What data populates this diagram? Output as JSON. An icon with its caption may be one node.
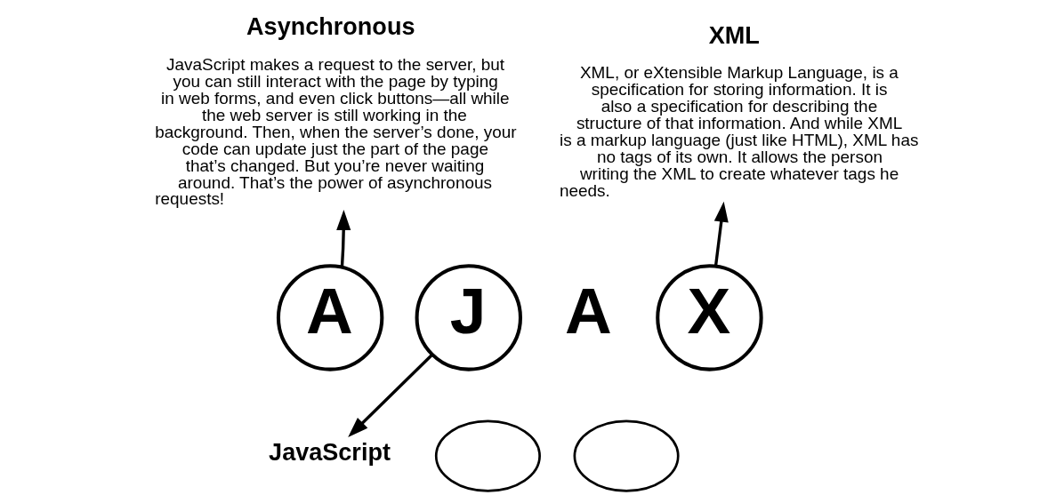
{
  "diagram": {
    "nodes": [
      {
        "text": [
          "Asynchronous",
          "JavaScript makes a request to the server, but you can still interact with the page by typing in web forms, and even click buttons—all while the web server is still working in the background. Then, when the server’s done, your code can update just the part of the page that’s changed. But you’re never waiting around. That’s the power of asynchronous requests!"
        ]
      },
      {
        "text": [
          "XML",
          "XML, or eXtensible Markup Language, is a specification for storing information. It is also a specification for describing the structure of that information. And while XML is a markup language (just like HTML), XML has no tags of its own. It allows the person writing the XML to create whatever tags he needs."
        ]
      },
      {
        "text": [
          "A"
        ]
      },
      {
        "text": [
          "J"
        ]
      },
      {
        "text": [
          "X"
        ]
      },
      {
        "text": [
          "JavaScript"
        ]
      },
      {
        "text": [],
        "shape": "circle"
      },
      {
        "text": [],
        "shape": "circle"
      }
    ],
    "edges": [
      {
        "from": 2,
        "to": 0,
        "arrow": "to"
      },
      {
        "from": 4,
        "to": 1,
        "arrow": "to"
      },
      {
        "from": 3,
        "to": 5,
        "arrow": "to"
      }
    ],
    "labels": [
      "A"
    ]
  }
}
